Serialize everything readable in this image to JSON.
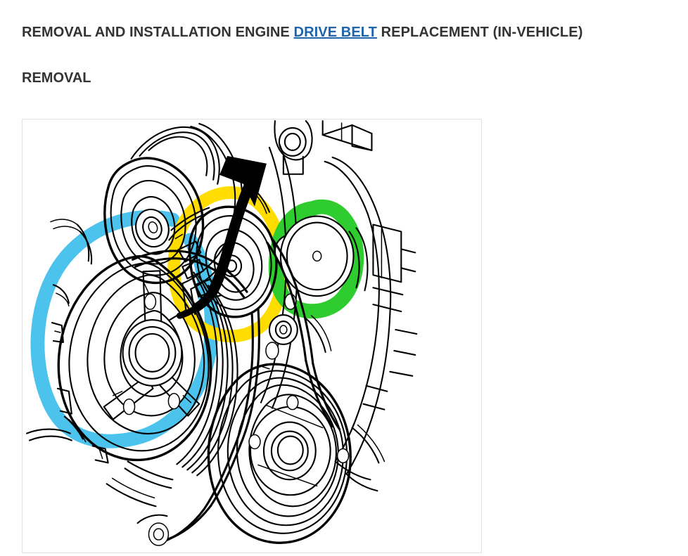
{
  "document": {
    "heading": {
      "before": "REMOVAL AND INSTALLATION ENGINE ",
      "link": "DRIVE BELT",
      "after": " REPLACEMENT (IN-VEHICLE)"
    },
    "subheading": "REMOVAL"
  },
  "colors": {
    "link": "#1f64ad",
    "text": "#333333",
    "page_background": "#ffffff",
    "figure_border": "#e2e2e2",
    "highlight_blue": "#4cc3ec",
    "highlight_yellow": "#ffdd00",
    "highlight_green": "#2ecc2e",
    "line_art": "#000000"
  },
  "figure": {
    "name": "engine-drive-belt-routing-diagram",
    "description": "Line-art diagram of an engine front accessory drive showing the serpentine drive belt routing over the crankshaft pulley, tensioner pulley, idler pulley, alternator pulley and water pump pulley.",
    "annotations": [
      {
        "id": "annotation-blue-circle",
        "shape": "hand-drawn-ellipse",
        "color": "#4cc3ec",
        "target": "crankshaft-pulley"
      },
      {
        "id": "annotation-yellow-circle",
        "shape": "hand-drawn-ellipse",
        "color": "#ffdd00",
        "target": "belt-tensioner-pulley"
      },
      {
        "id": "annotation-green-circle",
        "shape": "hand-drawn-ellipse",
        "color": "#2ecc2e",
        "target": "idler-pulley"
      },
      {
        "id": "annotation-black-arrow",
        "shape": "hand-drawn-arrow",
        "color": "#000000",
        "target": "belt-tensioner-release-direction"
      }
    ]
  }
}
